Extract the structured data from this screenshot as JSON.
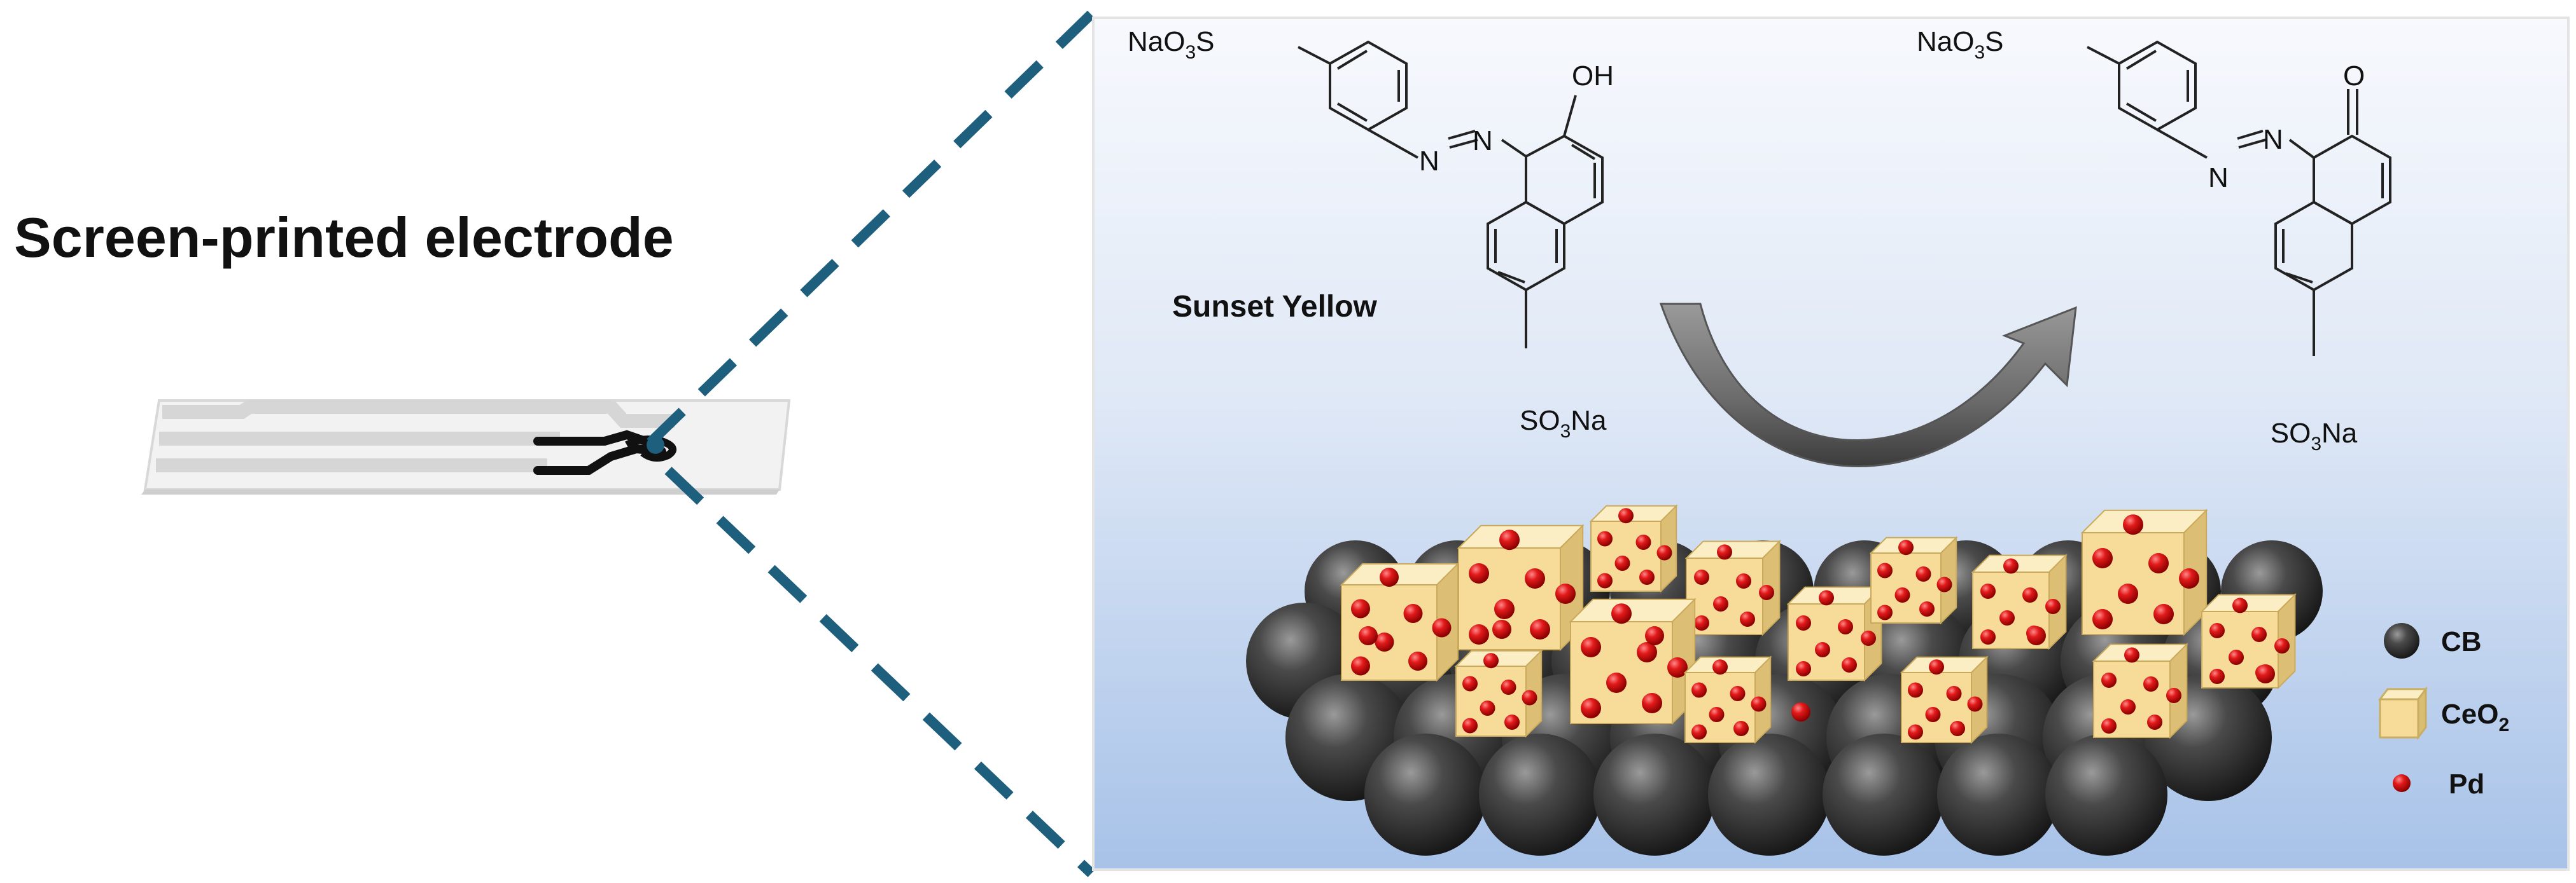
{
  "left_title": "Screen-printed electrode",
  "molecule_left": {
    "name": "Sunset Yellow",
    "top_group_a": "NaO",
    "top_group_sub": "3",
    "top_group_b": "S",
    "hydroxyl": "OH",
    "azo_n1": "N",
    "azo_n2": "N",
    "bottom_group_a": "SO",
    "bottom_group_sub": "3",
    "bottom_group_b": "Na"
  },
  "molecule_right": {
    "top_group_a": "NaO",
    "top_group_sub": "3",
    "top_group_b": "S",
    "carbonyl": "O",
    "azo_n1": "N",
    "azo_n2": "N",
    "bottom_group_a": "SO",
    "bottom_group_sub": "3",
    "bottom_group_b": "Na"
  },
  "legend": {
    "cb": "CB",
    "ceo2_a": "CeO",
    "ceo2_sub": "2",
    "pd": "Pd"
  },
  "colors": {
    "dashed_line": "#1f5f7e",
    "panel_top": "#f6f8fc",
    "panel_bottom": "#a9c4ea",
    "sphere": "#2e2e2e",
    "cube_front": "#f6dc98",
    "pd_dot": "#e01010",
    "arrow": "#6f6f6f"
  }
}
